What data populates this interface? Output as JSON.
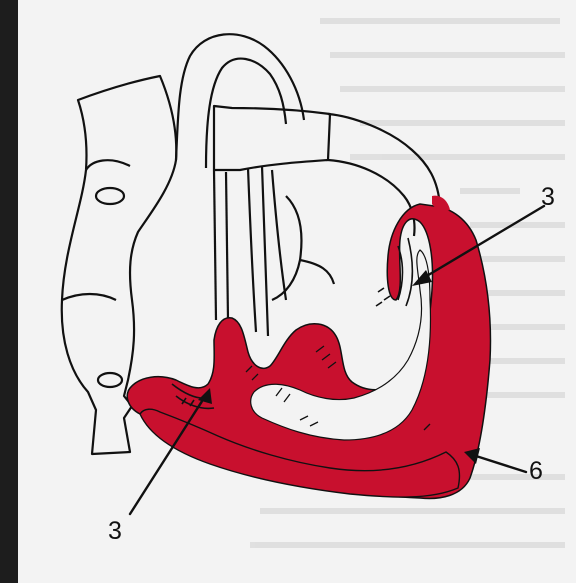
{
  "labels": {
    "valve_right": "3",
    "valve_left": "3",
    "myocardium": "6"
  },
  "colors": {
    "background_frame": "#1d1d1d",
    "paper": "#f3f3f3",
    "muscle": "#c8102e",
    "ink": "#111111",
    "bleed_text": "#bdbdbd"
  }
}
